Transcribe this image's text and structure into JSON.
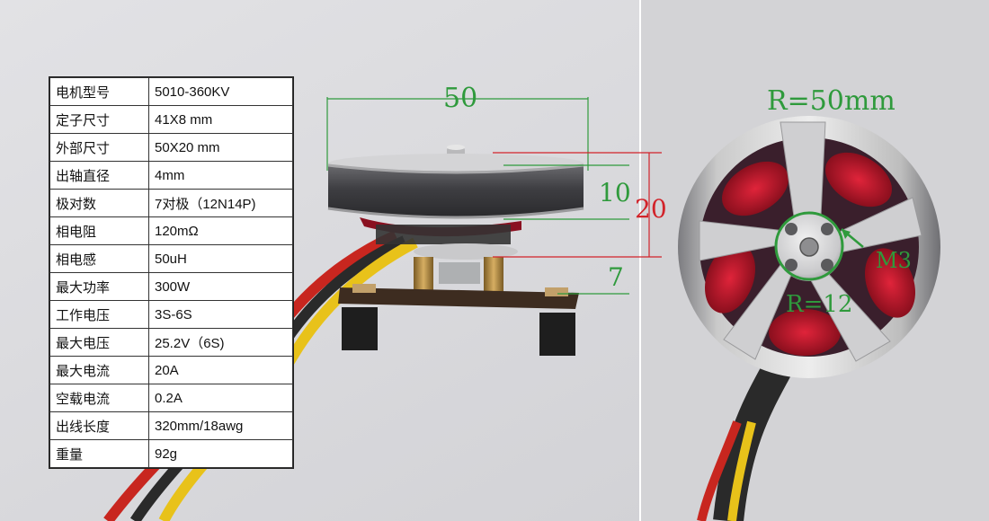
{
  "spec_table": {
    "rows": [
      {
        "label": "电机型号",
        "value": "5010-360KV"
      },
      {
        "label": "定子尺寸",
        "value": "41X8 mm"
      },
      {
        "label": "外部尺寸",
        "value": "50X20 mm"
      },
      {
        "label": "出轴直径",
        "value": "4mm"
      },
      {
        "label": "极对数",
        "value": "7对极（12N14P)"
      },
      {
        "label": "相电阻",
        "value": "120mΩ"
      },
      {
        "label": "相电感",
        "value": "50uH"
      },
      {
        "label": "最大功率",
        "value": "300W"
      },
      {
        "label": "工作电压",
        "value": "3S-6S"
      },
      {
        "label": "最大电压",
        "value": "25.2V（6S)"
      },
      {
        "label": "最大电流",
        "value": "20A"
      },
      {
        "label": "空载电流",
        "value": "0.2A"
      },
      {
        "label": "出线长度",
        "value": "320mm/18awg"
      },
      {
        "label": "重量",
        "value": "92g"
      }
    ]
  },
  "side_view": {
    "width_label": "50",
    "rotor_height_label": "10",
    "total_height_label": "20",
    "base_height_label": "7"
  },
  "front_view": {
    "radius_label": "R=50mm",
    "inner_radius_label": "R=12",
    "screw_label": "M3"
  },
  "colors": {
    "dimension_green": "#2f9a3c",
    "dimension_red": "#d2232a",
    "coil_red": "#c01426",
    "background": "#d9d9dc"
  }
}
